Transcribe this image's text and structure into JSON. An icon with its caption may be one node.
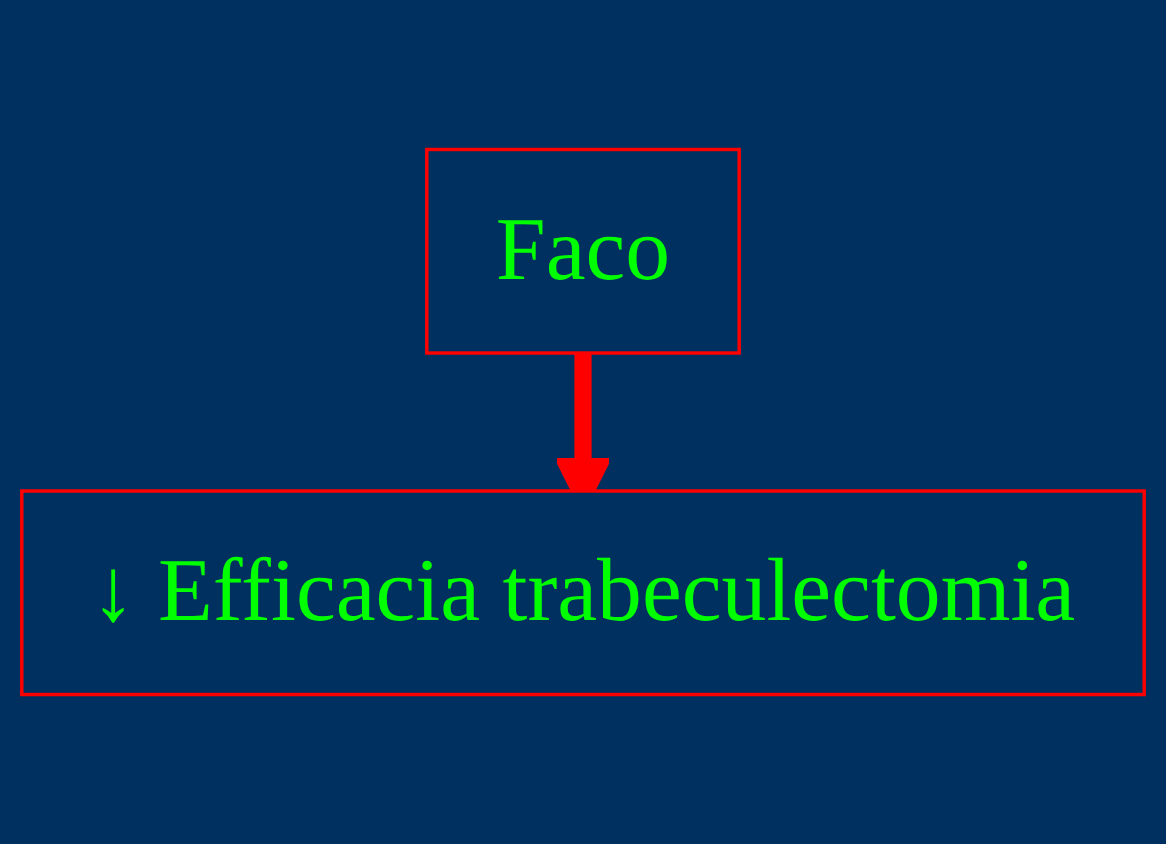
{
  "diagram": {
    "nodes": [
      {
        "text": [
          "Faco"
        ]
      },
      {
        "text": [
          "↓ Efficacia trabeculectomia"
        ]
      }
    ],
    "edges": [
      {
        "from": 0,
        "to": 1,
        "arrow": "to"
      }
    ]
  }
}
